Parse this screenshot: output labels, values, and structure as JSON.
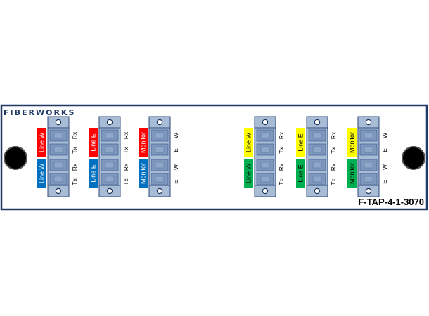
{
  "panel": {
    "brand": "FIBERWORKS",
    "part_number": "F-TAP-4-1-3070",
    "colors": {
      "border": "#1f3864",
      "connector_fill": "#a9bcd6",
      "connector_stroke": "#2f4a7a",
      "port_fill": "#7d97bd",
      "tag_red": "#ff0000",
      "tag_blue": "#0070c0",
      "tag_yellow": "#ffff00",
      "tag_green": "#00b050"
    }
  },
  "groups": [
    {
      "tags": [
        {
          "text": "Line W",
          "color": "red"
        },
        {
          "text": "Line W",
          "color": "blue"
        }
      ],
      "labels_top": [
        "Rx",
        "Tx"
      ],
      "labels_bottom": [
        "Rx",
        "Tx"
      ]
    },
    {
      "tags": [
        {
          "text": "Line E",
          "color": "red"
        },
        {
          "text": "Line E",
          "color": "blue"
        }
      ],
      "labels_top": [
        "Rx",
        "Tx"
      ],
      "labels_bottom": [
        "Rx",
        "Tx"
      ]
    },
    {
      "tags": [
        {
          "text": "Monitor",
          "color": "red"
        },
        {
          "text": "Monitor",
          "color": "blue"
        }
      ],
      "labels_top": [
        "W",
        "E"
      ],
      "labels_bottom": [
        "W",
        "E"
      ]
    },
    {
      "tags": [
        {
          "text": "Line W",
          "color": "yellow"
        },
        {
          "text": "Line W",
          "color": "green"
        }
      ],
      "labels_top": [
        "Rx",
        "Tx"
      ],
      "labels_bottom": [
        "Rx",
        "Tx"
      ]
    },
    {
      "tags": [
        {
          "text": "Line E",
          "color": "yellow"
        },
        {
          "text": "Line E",
          "color": "green"
        }
      ],
      "labels_top": [
        "Rx",
        "Tx"
      ],
      "labels_bottom": [
        "Rx",
        "Tx"
      ]
    },
    {
      "tags": [
        {
          "text": "Monitor",
          "color": "yellow"
        },
        {
          "text": "Monitor",
          "color": "green"
        }
      ],
      "labels_top": [
        "W",
        "E"
      ],
      "labels_bottom": [
        "W",
        "E"
      ]
    }
  ]
}
